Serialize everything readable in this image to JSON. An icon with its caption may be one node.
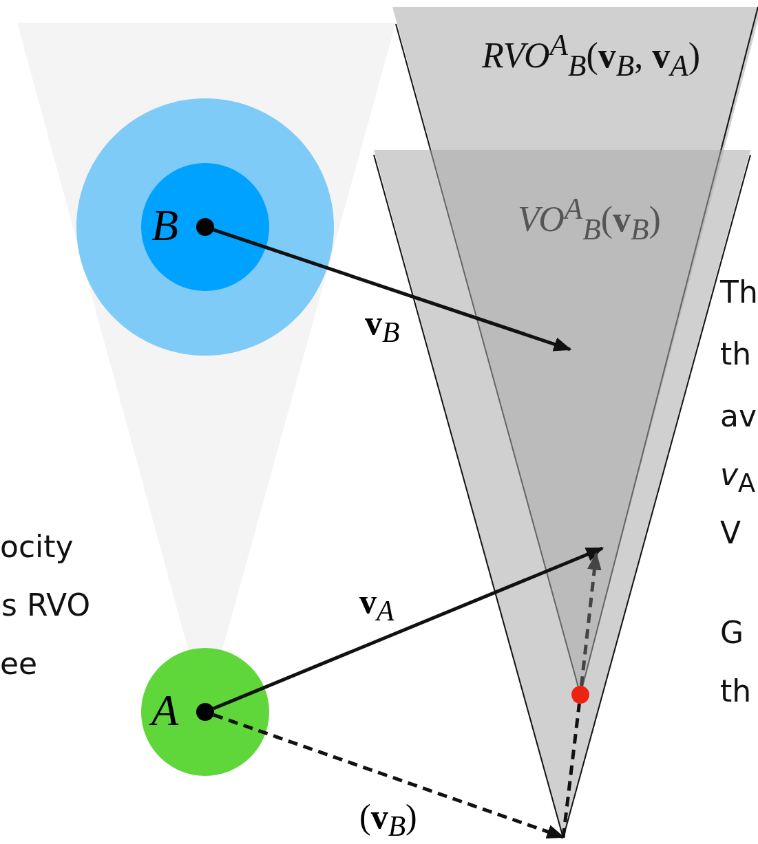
{
  "diagram": {
    "nodes": [
      {
        "text": [
          "B"
        ]
      },
      {
        "text": [
          "A"
        ]
      },
      {
        "text": [],
        "shape": "circle"
      }
    ],
    "edges": [
      {
        "from": 0,
        "to": null,
        "arrow": "to",
        "label": "**v**$_{B}$"
      },
      {
        "from": 1,
        "to": null,
        "arrow": "to",
        "label": "**v**$_{A}$"
      },
      {
        "from": 1,
        "to": null,
        "arrow": "to",
        "style": "dashed",
        "label": "(**v**$_{B}$)"
      },
      {
        "from": null,
        "to": 2,
        "arrow": "none",
        "style": "dashed"
      },
      {
        "from": 2,
        "to": null,
        "arrow": "to",
        "style": "dashed"
      }
    ],
    "labels": [
      "*RVO*$^{A}$$_{B}$(**v**$_{B}$, **v**$_{A}$)",
      "*VO*$^{A}$$_{B}$(**v**$_{B}$)",
      "ocity",
      "s RVO",
      "ee",
      "Th",
      "th",
      "av",
      "*v*$_{A}$",
      "V",
      "G",
      "th"
    ]
  }
}
